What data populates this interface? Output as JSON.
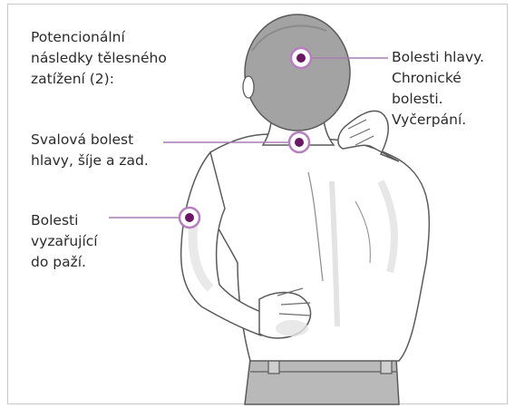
{
  "title": {
    "lines": [
      "Potencionální",
      "následky tělesného",
      "zatížení (2):"
    ]
  },
  "callouts": {
    "head": {
      "lines": [
        "Bolesti hlavy.",
        "Chronické",
        "bolesti.",
        "Vyčerpání."
      ]
    },
    "neck_back": {
      "lines": [
        "Svalová bolest",
        "hlavy, šíje a zad."
      ]
    },
    "arm": {
      "lines": [
        "Bolesti",
        "vyzařující",
        "do paží."
      ]
    }
  },
  "colors": {
    "marker_ring": "#b87fc0",
    "marker_dot": "#6b1766",
    "leader_line": "#a77cb2",
    "hair": "#a3a3a3",
    "skin_shadow": "#e3e3e3",
    "outline": "#5a5a5a",
    "pants": "#b9b9b9"
  }
}
